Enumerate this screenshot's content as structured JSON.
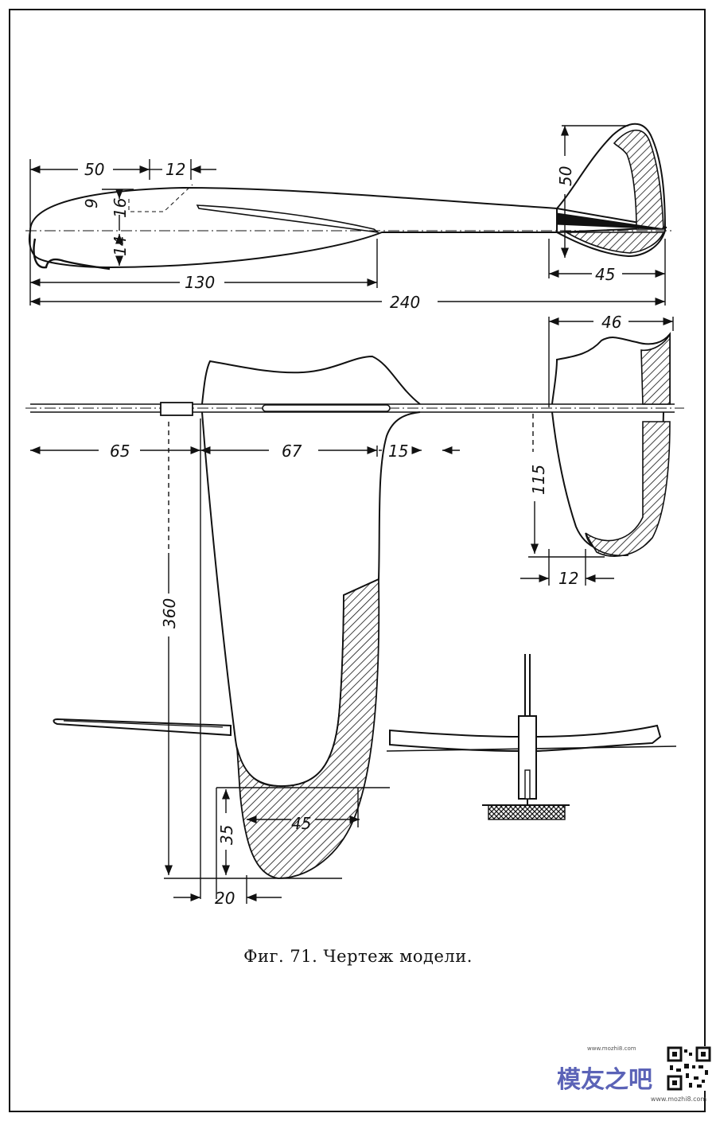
{
  "caption": "Фиг. 71. Чертеж модели.",
  "dimensions": {
    "side": {
      "d50": "50",
      "d12": "12",
      "d9": "9",
      "d16": "16",
      "d14": "14",
      "d130": "130",
      "d240": "240"
    },
    "fin_side": {
      "d50": "50",
      "d45": "45"
    },
    "top": {
      "d65": "65",
      "d67": "67",
      "d15": "15",
      "d360": "360",
      "d35": "35",
      "d45": "45",
      "d20": "20"
    },
    "stab": {
      "d46": "46",
      "d115": "115",
      "d12": "12"
    }
  },
  "watermark": {
    "logo_text": "模友之吧",
    "url": "www.mozhi8.com"
  },
  "colors": {
    "ink": "#111111",
    "paper": "#ffffff",
    "logo": "#5b63b7"
  }
}
